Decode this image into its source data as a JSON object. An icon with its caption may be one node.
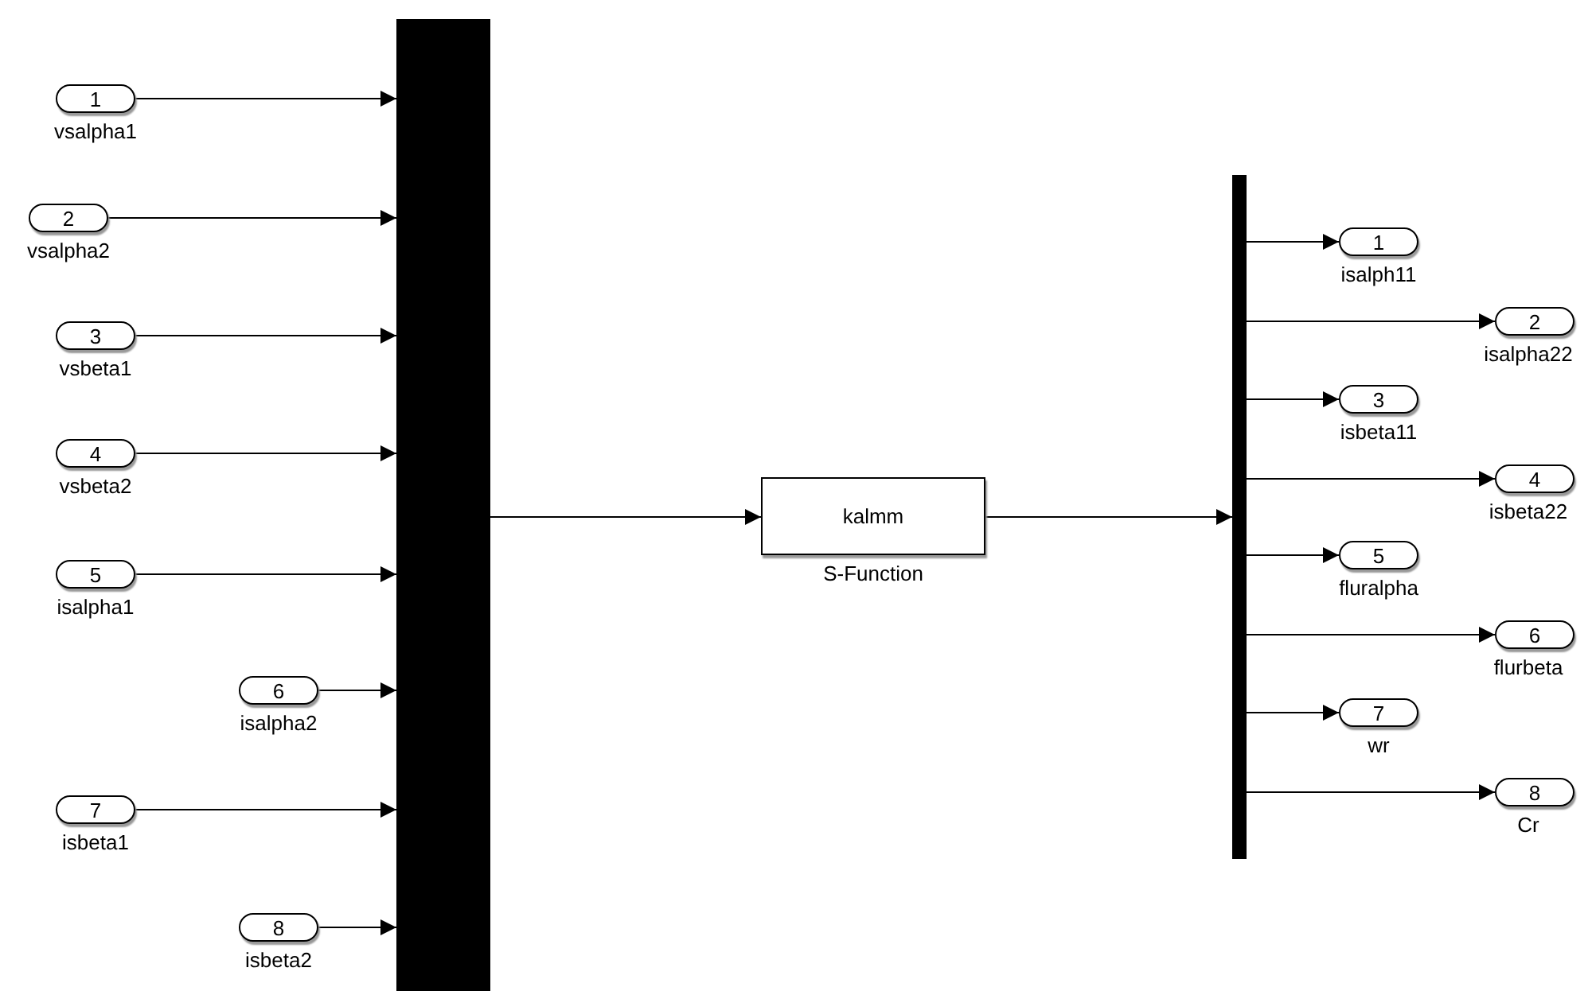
{
  "diagram": {
    "nodes": [
      {
        "text": [
          "1"
        ],
        "beside": [
          "vsalpha1"
        ]
      },
      {
        "text": [
          "2"
        ],
        "beside": [
          "vsalpha2"
        ]
      },
      {
        "text": [
          "3"
        ],
        "beside": [
          "vsbeta1"
        ]
      },
      {
        "text": [
          "4"
        ],
        "beside": [
          "vsbeta2"
        ]
      },
      {
        "text": [
          "5"
        ],
        "beside": [
          "isalpha1"
        ]
      },
      {
        "text": [
          "6"
        ],
        "beside": [
          "isalpha2"
        ]
      },
      {
        "text": [
          "7"
        ],
        "beside": [
          "isbeta1"
        ]
      },
      {
        "text": [
          "8"
        ],
        "beside": [
          "isbeta2"
        ]
      },
      {
        "text": [],
        "shape": "bar"
      },
      {
        "text": [
          "kalmm"
        ],
        "beside": [
          "S-Function"
        ]
      },
      {
        "text": [],
        "shape": "bar"
      },
      {
        "text": [
          "1"
        ],
        "beside": [
          "isalph11"
        ]
      },
      {
        "text": [
          "2"
        ],
        "beside": [
          "isalpha22"
        ]
      },
      {
        "text": [
          "3"
        ],
        "beside": [
          "isbeta11"
        ]
      },
      {
        "text": [
          "4"
        ],
        "beside": [
          "isbeta22"
        ]
      },
      {
        "text": [
          "5"
        ],
        "beside": [
          "fluralpha"
        ]
      },
      {
        "text": [
          "6"
        ],
        "beside": [
          "flurbeta"
        ]
      },
      {
        "text": [
          "7"
        ],
        "beside": [
          "wr"
        ]
      },
      {
        "text": [
          "8"
        ],
        "beside": [
          "Cr"
        ]
      }
    ],
    "edges": [
      {
        "from": 0,
        "to": 8,
        "arrow": "to"
      },
      {
        "from": 1,
        "to": 8,
        "arrow": "to"
      },
      {
        "from": 2,
        "to": 8,
        "arrow": "to"
      },
      {
        "from": 3,
        "to": 8,
        "arrow": "to"
      },
      {
        "from": 4,
        "to": 8,
        "arrow": "to"
      },
      {
        "from": 5,
        "to": 8,
        "arrow": "to"
      },
      {
        "from": 6,
        "to": 8,
        "arrow": "to"
      },
      {
        "from": 7,
        "to": 8,
        "arrow": "to"
      },
      {
        "from": 8,
        "to": 9,
        "arrow": "to"
      },
      {
        "from": 9,
        "to": 10,
        "arrow": "to"
      },
      {
        "from": 10,
        "to": 11,
        "arrow": "to"
      },
      {
        "from": 10,
        "to": 12,
        "arrow": "to"
      },
      {
        "from": 10,
        "to": 13,
        "arrow": "to"
      },
      {
        "from": 10,
        "to": 14,
        "arrow": "to"
      },
      {
        "from": 10,
        "to": 15,
        "arrow": "to"
      },
      {
        "from": 10,
        "to": 16,
        "arrow": "to"
      },
      {
        "from": 10,
        "to": 17,
        "arrow": "to"
      },
      {
        "from": 10,
        "to": 18,
        "arrow": "to"
      }
    ]
  }
}
